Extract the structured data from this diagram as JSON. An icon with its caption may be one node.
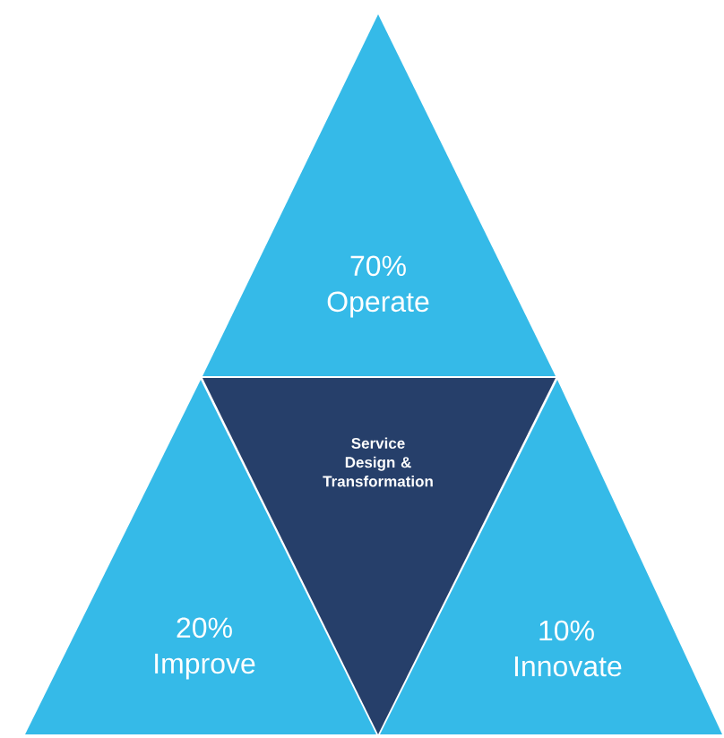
{
  "diagram": {
    "nodes": [
      {
        "text": [
          "70% Operate"
        ]
      },
      {
        "text": [
          "Service Design & Transformation"
        ]
      },
      {
        "text": [
          "20% Improve"
        ]
      },
      {
        "text": [
          "10% Innovate"
        ]
      }
    ]
  }
}
